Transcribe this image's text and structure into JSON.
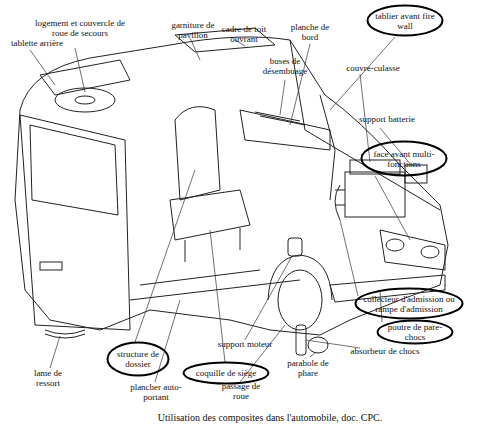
{
  "diagram": {
    "caption": "Utilisation des composites dans l'automobile, doc. CPC.",
    "nodes": [
      {
        "text": [
          "tablier avant fire wall"
        ]
      },
      {
        "text": [
          "face avant multi-fonctions"
        ]
      },
      {
        "text": [
          "collecteur d'admission ou rampe d'admission"
        ]
      },
      {
        "text": [
          "poutre de pare-chocs"
        ]
      },
      {
        "text": [
          "structure de dossier"
        ]
      },
      {
        "text": [
          "coquille de siège"
        ]
      }
    ],
    "labels": [
      "logement et couvercle de roue de secours",
      "garniture de pavillon",
      "cadre de toit ouvrant",
      "planche de bord",
      "tablette arrière",
      "buses de désembuage",
      "couvre-culasse",
      "support batterie",
      "absorbeur de chocs",
      "parabole de phare",
      "support moteur",
      "passage de roue",
      "plancher auto-portant",
      "lame de ressort"
    ]
  }
}
